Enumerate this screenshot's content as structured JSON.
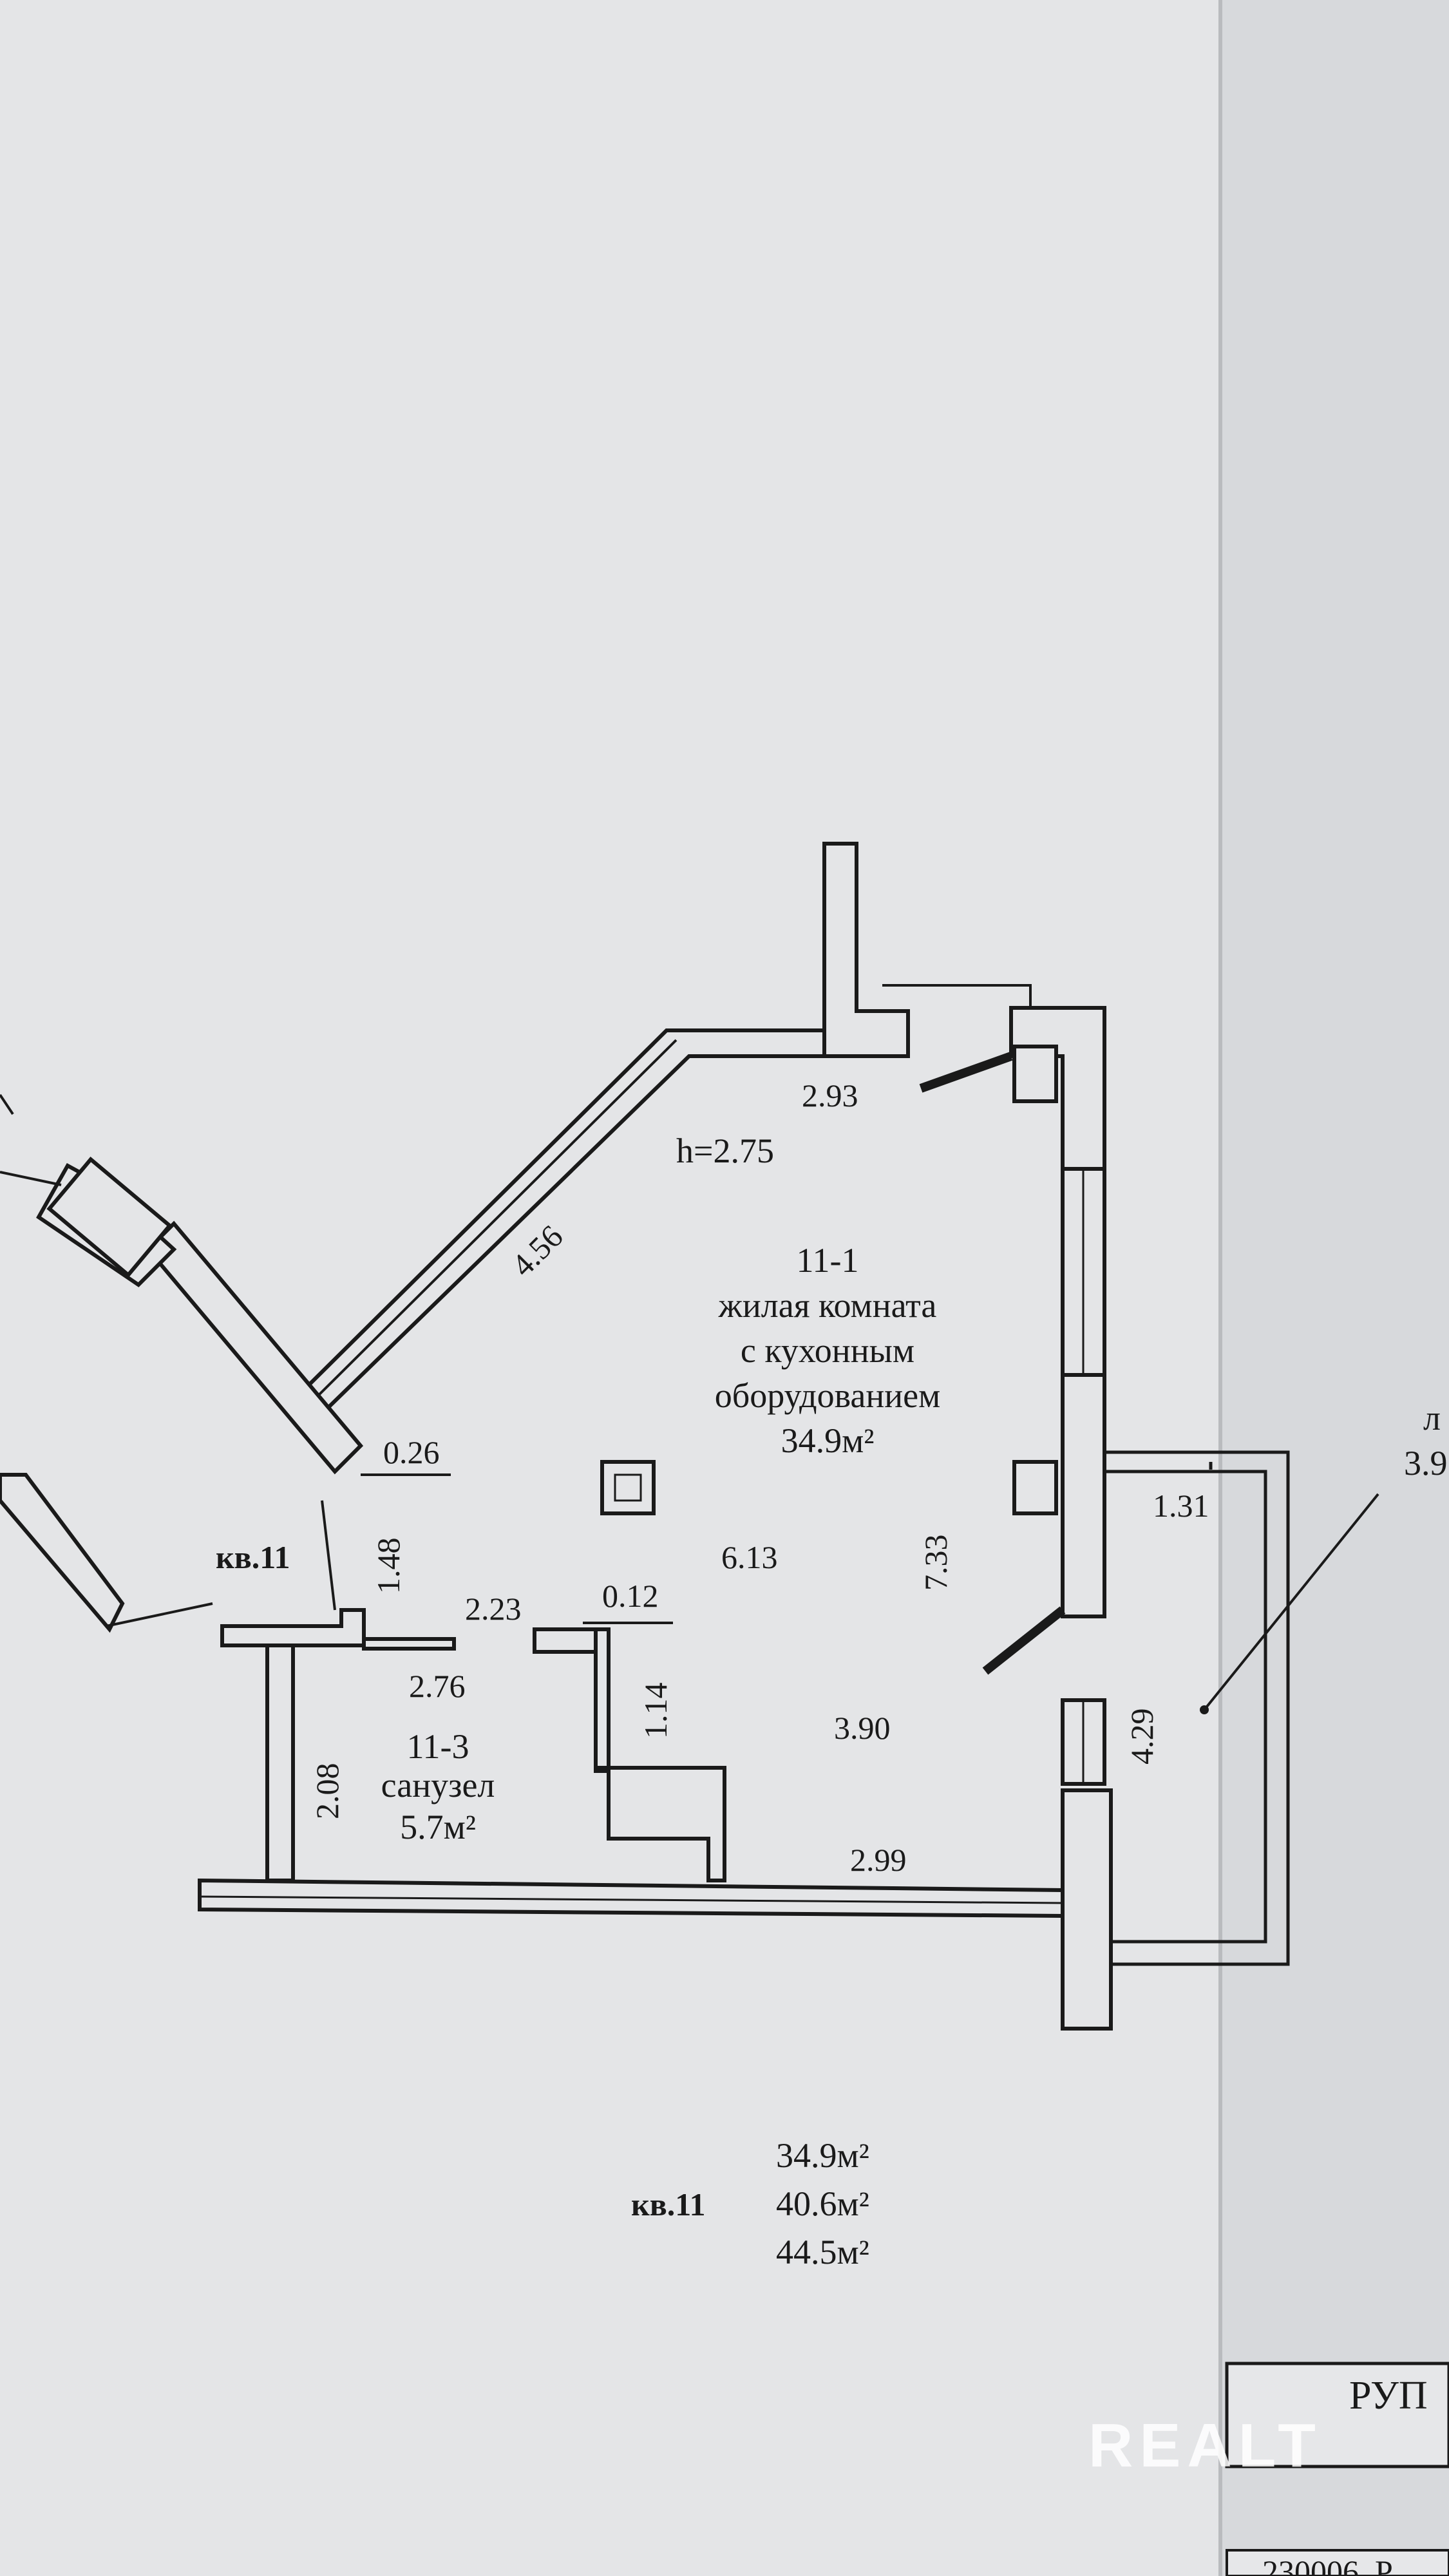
{
  "apartment": {
    "label_left": "кв.11",
    "label_bottom": "кв.11",
    "ceiling_height": "h=2.75",
    "areas": [
      "34.9м²",
      "40.6м²",
      "44.5м²"
    ]
  },
  "rooms": {
    "living": {
      "number": "11-1",
      "name_line1": "жилая комната",
      "name_line2": "с кухонным",
      "name_line3": "оборудованием",
      "area": "34.9м²"
    },
    "bathroom": {
      "number": "11-3",
      "name": "санузел",
      "area": "5.7м²"
    }
  },
  "dimensions": {
    "top_wall": "2.93",
    "diagonal_wall": "4.56",
    "nib": "0.26",
    "entry_height": "1.48",
    "entry_width": "2.23",
    "partition_offset": "0.12",
    "bath_width": "2.76",
    "bath_height": "2.08",
    "niche_height": "1.14",
    "room_width_mid": "6.13",
    "room_depth": "7.33",
    "room_width_low": "3.90",
    "bottom_segment": "2.99",
    "balcony_width": "1.31",
    "balcony_length": "4.29"
  },
  "balcony_callout": {
    "label_partial": "л",
    "value_partial": "3.9"
  },
  "stamp": {
    "title_partial": "РУП",
    "address_partial": "230006, Р"
  },
  "watermark": "REALT",
  "colors": {
    "paper": "#e4e5e7",
    "ink": "#1a1a1a",
    "background_sheet": "#c9cbce",
    "watermark": "#ffffff"
  }
}
